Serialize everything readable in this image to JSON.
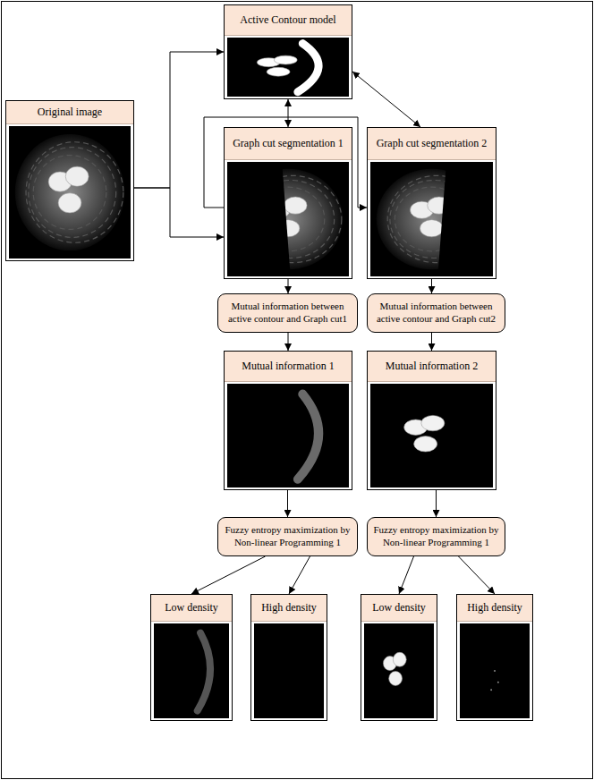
{
  "diagram": {
    "nodes": [
      {
        "text": [
          "Active Contour model"
        ]
      },
      {
        "text": [
          "Original image"
        ]
      },
      {
        "text": [
          "Graph cut segmentation 1"
        ]
      },
      {
        "text": [
          "Graph cut segmentation 2"
        ]
      },
      {
        "text": [
          "Mutual information between active contour and Graph cut1"
        ]
      },
      {
        "text": [
          "Mutual information between active contour and Graph cut2"
        ]
      },
      {
        "text": [
          "Mutual information 1"
        ]
      },
      {
        "text": [
          "Mutual information 2"
        ]
      },
      {
        "text": [
          "Fuzzy entropy maximization by Non-linear Programming 1"
        ]
      },
      {
        "text": [
          "Fuzzy entropy maximization by Non-linear Programming 1"
        ]
      },
      {
        "text": [
          "Low density"
        ]
      },
      {
        "text": [
          "High density"
        ]
      },
      {
        "text": [
          "Low density"
        ]
      },
      {
        "text": [
          "High density"
        ]
      }
    ],
    "edges": [
      {
        "from": 1,
        "to": 0,
        "arrow": "to"
      },
      {
        "from": 1,
        "to": 2,
        "arrow": "to"
      },
      {
        "from": 0,
        "to": 2,
        "arrow": "both"
      },
      {
        "from": 0,
        "to": 3,
        "arrow": "both"
      },
      {
        "from": 2,
        "to": 3,
        "arrow": "to"
      },
      {
        "from": 2,
        "to": 4,
        "arrow": "to"
      },
      {
        "from": 3,
        "to": 5,
        "arrow": "to"
      },
      {
        "from": 4,
        "to": 6,
        "arrow": "to"
      },
      {
        "from": 5,
        "to": 7,
        "arrow": "to"
      },
      {
        "from": 6,
        "to": 8,
        "arrow": "to"
      },
      {
        "from": 7,
        "to": 9,
        "arrow": "to"
      },
      {
        "from": 8,
        "to": 10,
        "arrow": "to"
      },
      {
        "from": 8,
        "to": 11,
        "arrow": "to"
      },
      {
        "from": 9,
        "to": 12,
        "arrow": "to"
      },
      {
        "from": 9,
        "to": 13,
        "arrow": "to"
      }
    ]
  }
}
